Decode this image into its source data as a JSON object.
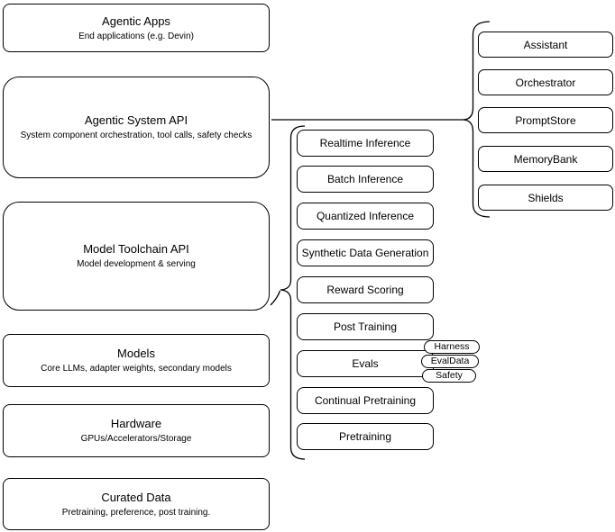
{
  "diagram": {
    "colors": {
      "stroke": "#000000",
      "fill": "#ffffff"
    },
    "stack": [
      {
        "title": "Agentic Apps",
        "subtitle": "End applications (e.g. Devin)"
      },
      {
        "title": "Agentic System API",
        "subtitle": "System component orchestration, tool calls, safety checks"
      },
      {
        "title": "Model Toolchain API",
        "subtitle": "Model development & serving"
      },
      {
        "title": "Models",
        "subtitle": "Core LLMs, adapter weights, secondary models"
      },
      {
        "title": "Hardware",
        "subtitle": "GPUs/Accelerators/Storage"
      },
      {
        "title": "Curated Data",
        "subtitle": "Pretraining, preference, post training."
      }
    ],
    "toolchain_api_group": {
      "items": [
        "Realtime Inference",
        "Batch Inference",
        "Quantized Inference",
        "Synthetic Data Generation",
        "Reward Scoring",
        "Post Training",
        "Evals",
        "Continual Pretraining",
        "Pretraining"
      ]
    },
    "system_api_group": {
      "items": [
        "Assistant",
        "Orchestrator",
        "PromptStore",
        "MemoryBank",
        "Shields"
      ]
    },
    "evals_tags": [
      "Harness",
      "EvalData",
      "Safety"
    ]
  }
}
